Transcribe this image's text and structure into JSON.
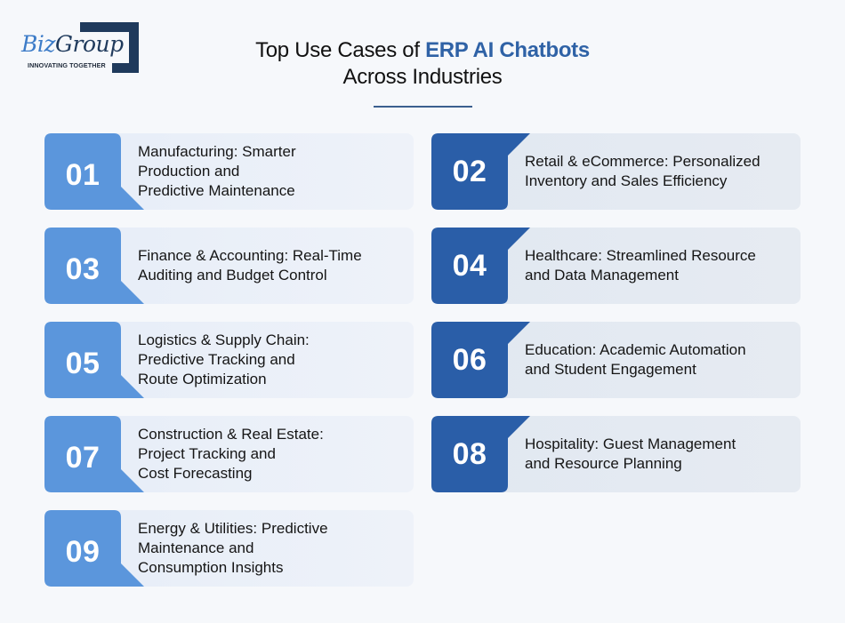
{
  "logo": {
    "brand_part1": "Biz",
    "brand_part2": "Group",
    "tagline": "INNOVATING TOGETHER",
    "colors": {
      "biz": "#3d7cc8",
      "group": "#1f3a5c"
    }
  },
  "title": {
    "prefix": "Top Use Cases of ",
    "highlight": "ERP AI Chatbots",
    "line2": "Across Industries",
    "accent_color": "#2f62a6"
  },
  "colors": {
    "left_panel": "#5b96dc",
    "right_panel": "#2a5ea8",
    "card_bg": "#e8eef6",
    "background": "#f6f8fb"
  },
  "use_cases": [
    {
      "number": "01",
      "text": "Manufacturing: Smarter\nProduction and\nPredictive Maintenance"
    },
    {
      "number": "02",
      "text": "Retail & eCommerce: Personalized\nInventory and Sales Efficiency"
    },
    {
      "number": "03",
      "text": "Finance & Accounting: Real-Time\nAuditing and Budget Control"
    },
    {
      "number": "04",
      "text": "Healthcare: Streamlined Resource\nand Data Management"
    },
    {
      "number": "05",
      "text": "Logistics & Supply Chain:\nPredictive Tracking and\nRoute Optimization"
    },
    {
      "number": "06",
      "text": "Education: Academic Automation\nand Student Engagement"
    },
    {
      "number": "07",
      "text": "Construction & Real Estate:\nProject Tracking and\nCost Forecasting"
    },
    {
      "number": "08",
      "text": "Hospitality: Guest Management\n and Resource Planning"
    },
    {
      "number": "09",
      "text": "Energy & Utilities: Predictive\nMaintenance and\nConsumption Insights"
    }
  ]
}
